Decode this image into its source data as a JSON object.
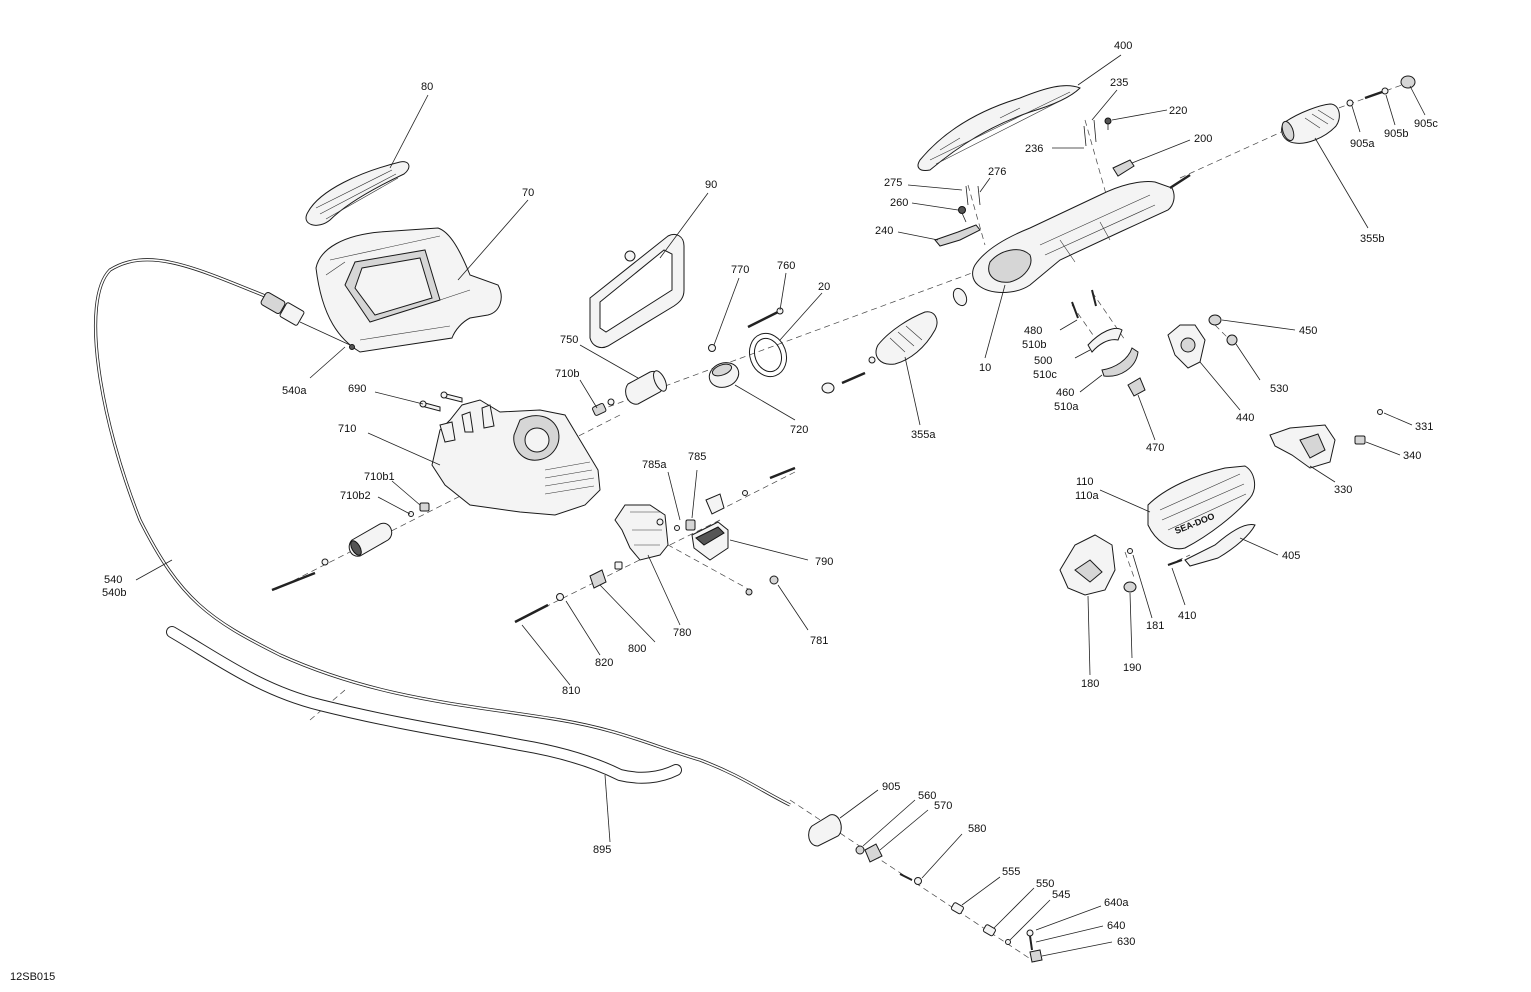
{
  "drawing": {
    "code": "12SB015",
    "brand_mark": "SEA-DOO"
  },
  "callouts": [
    {
      "id": "c80",
      "text": "80"
    },
    {
      "id": "c70",
      "text": "70"
    },
    {
      "id": "c90",
      "text": "90"
    },
    {
      "id": "c540a",
      "text": "540a"
    },
    {
      "id": "c690",
      "text": "690"
    },
    {
      "id": "c710",
      "text": "710"
    },
    {
      "id": "c710b",
      "text": "710b"
    },
    {
      "id": "c710b1",
      "text": "710b1"
    },
    {
      "id": "c710b2",
      "text": "710b2"
    },
    {
      "id": "c750",
      "text": "750"
    },
    {
      "id": "c770",
      "text": "770"
    },
    {
      "id": "c760",
      "text": "760"
    },
    {
      "id": "c20",
      "text": "20"
    },
    {
      "id": "c720",
      "text": "720"
    },
    {
      "id": "c785a",
      "text": "785a"
    },
    {
      "id": "c785",
      "text": "785"
    },
    {
      "id": "c790",
      "text": "790"
    },
    {
      "id": "c780",
      "text": "780"
    },
    {
      "id": "c781",
      "text": "781"
    },
    {
      "id": "c800",
      "text": "800"
    },
    {
      "id": "c820",
      "text": "820"
    },
    {
      "id": "c810",
      "text": "810"
    },
    {
      "id": "c540",
      "text": "540"
    },
    {
      "id": "c540b",
      "text": "540b"
    },
    {
      "id": "c895",
      "text": "895"
    },
    {
      "id": "c905",
      "text": "905"
    },
    {
      "id": "c560",
      "text": "560"
    },
    {
      "id": "c570",
      "text": "570"
    },
    {
      "id": "c580",
      "text": "580"
    },
    {
      "id": "c555",
      "text": "555"
    },
    {
      "id": "c550",
      "text": "550"
    },
    {
      "id": "c545",
      "text": "545"
    },
    {
      "id": "c640a",
      "text": "640a"
    },
    {
      "id": "c640",
      "text": "640"
    },
    {
      "id": "c630",
      "text": "630"
    },
    {
      "id": "c400",
      "text": "400"
    },
    {
      "id": "c235",
      "text": "235"
    },
    {
      "id": "c220",
      "text": "220"
    },
    {
      "id": "c236",
      "text": "236"
    },
    {
      "id": "c200",
      "text": "200"
    },
    {
      "id": "c275",
      "text": "275"
    },
    {
      "id": "c276",
      "text": "276"
    },
    {
      "id": "c260",
      "text": "260"
    },
    {
      "id": "c240",
      "text": "240"
    },
    {
      "id": "c10",
      "text": "10"
    },
    {
      "id": "c355a",
      "text": "355a"
    },
    {
      "id": "c355b",
      "text": "355b"
    },
    {
      "id": "c905a",
      "text": "905a"
    },
    {
      "id": "c905b",
      "text": "905b"
    },
    {
      "id": "c905c",
      "text": "905c"
    },
    {
      "id": "c480",
      "text": "480"
    },
    {
      "id": "c510b",
      "text": "510b"
    },
    {
      "id": "c500",
      "text": "500"
    },
    {
      "id": "c510c",
      "text": "510c"
    },
    {
      "id": "c460",
      "text": "460"
    },
    {
      "id": "c510a",
      "text": "510a"
    },
    {
      "id": "c470",
      "text": "470"
    },
    {
      "id": "c440",
      "text": "440"
    },
    {
      "id": "c450",
      "text": "450"
    },
    {
      "id": "c530",
      "text": "530"
    },
    {
      "id": "c331",
      "text": "331"
    },
    {
      "id": "c340",
      "text": "340"
    },
    {
      "id": "c330",
      "text": "330"
    },
    {
      "id": "c110",
      "text": "110"
    },
    {
      "id": "c110a",
      "text": "110a"
    },
    {
      "id": "c405",
      "text": "405"
    },
    {
      "id": "c410",
      "text": "410"
    },
    {
      "id": "c181",
      "text": "181"
    },
    {
      "id": "c190",
      "text": "190"
    },
    {
      "id": "c180",
      "text": "180"
    }
  ]
}
